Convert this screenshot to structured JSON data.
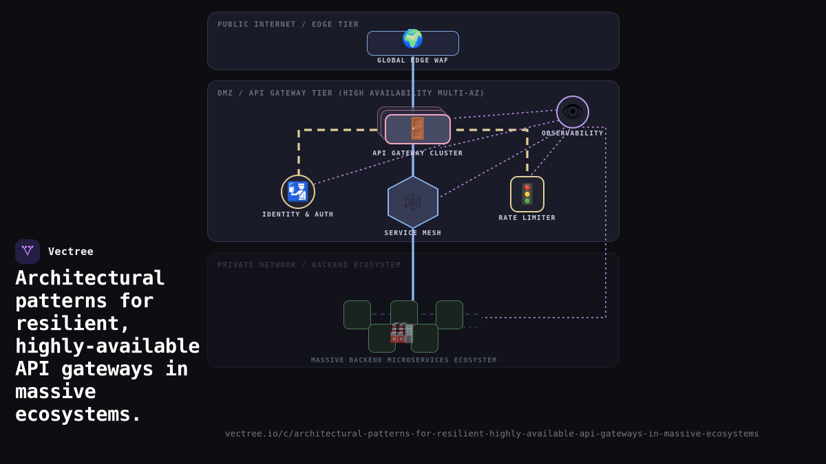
{
  "brand": {
    "name": "Vectree",
    "logo_icon": "vectree-branch-logo",
    "logo_bg": "#241d44",
    "logo_stroke": "#b478f0"
  },
  "headline": "Architectural patterns for resilient, highly-available API gateways in massive ecosystems.",
  "footer": {
    "url": "vectree.io/c/architectural-patterns-for-resilient-highly-available-api-gateways-in-massive-ecosystems"
  },
  "diagram": {
    "tiers": [
      {
        "id": "edge",
        "label": "PUBLIC INTERNET / EDGE TIER"
      },
      {
        "id": "dmz",
        "label": "DMZ / API GATEWAY TIER (HIGH AVAILABILITY MULTI-AZ)"
      },
      {
        "id": "backend",
        "label": "PRIVATE NETWORK / BACKEND ECOSYSTEM"
      }
    ],
    "nodes": [
      {
        "id": "waf",
        "label": "GLOBAL EDGE WAF",
        "icon": "globe-icon",
        "glyph": "🌍",
        "accent": "#7fa8e0"
      },
      {
        "id": "gw",
        "label": "API GATEWAY CLUSTER",
        "icon": "door-icon",
        "glyph": "🚪",
        "accent": "#f4a6bd"
      },
      {
        "id": "idp",
        "label": "IDENTITY & AUTH",
        "icon": "passport-control-icon",
        "glyph": "🛂",
        "accent": "#e3cf9a"
      },
      {
        "id": "mesh",
        "label": "SERVICE MESH",
        "icon": "spider-web-icon",
        "glyph": "🕸",
        "accent": "#8ab4f0"
      },
      {
        "id": "rl",
        "label": "RATE LIMITER",
        "icon": "traffic-light-icon",
        "glyph": "🚦",
        "accent": "#e3cf9a"
      },
      {
        "id": "obs",
        "label": "OBSERVABILITY",
        "icon": "eye-icon",
        "glyph": "👁",
        "accent": "#bb9aea"
      },
      {
        "id": "svc",
        "label": "MASSIVE BACKEND MICROSERVICES ECOSYSTEM",
        "icon": "factory-icon",
        "glyph": "🏭",
        "accent": "#4a7a55"
      }
    ],
    "link_colors": {
      "primary_flow": "#8ab4f0",
      "control_plane": "#e3cf9a",
      "telemetry": "#b98fe0",
      "backend_fan": "#5a6aa0"
    }
  }
}
